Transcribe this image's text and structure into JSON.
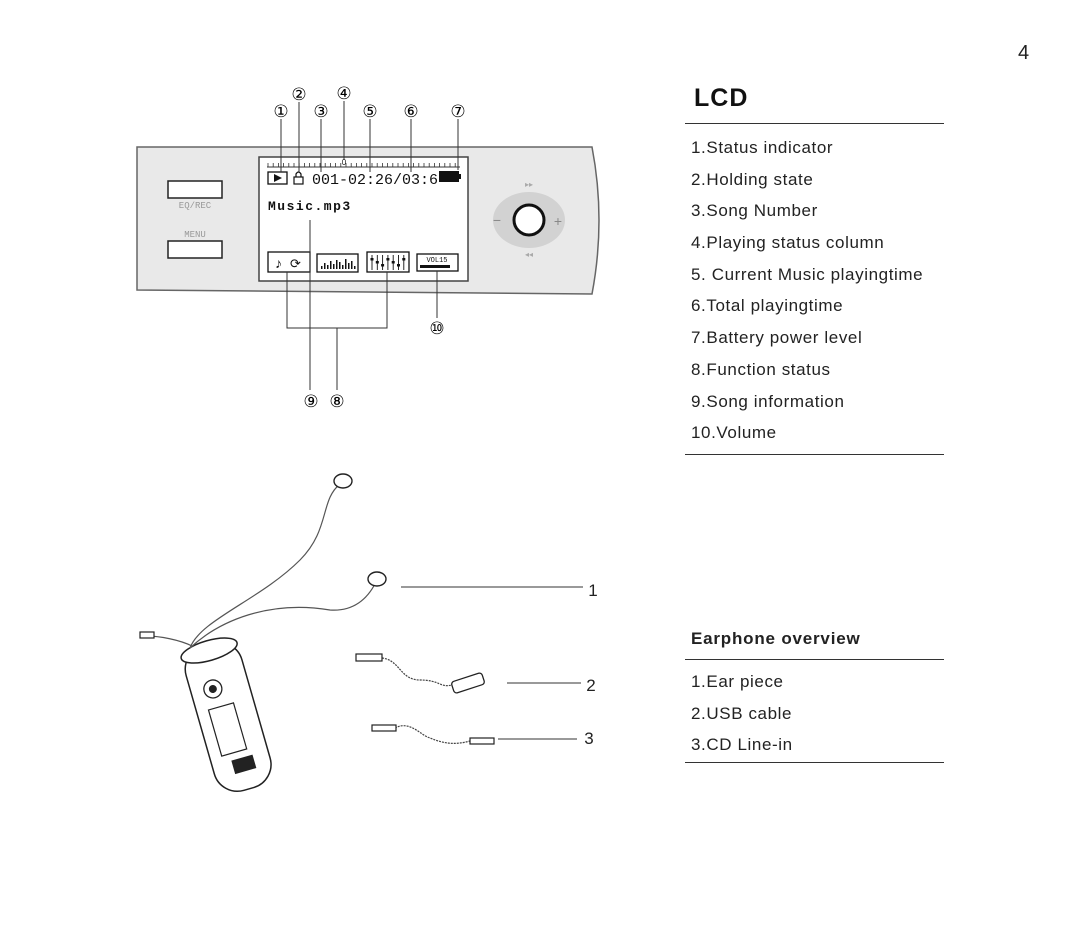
{
  "page_number": "4",
  "lcd_section": {
    "heading": "LCD",
    "items": [
      "1.Status indicator",
      "2.Holding state",
      "3.Song Number",
      "4.Playing status column",
      "5. Current Music playingtime",
      "6.Total playingtime",
      "7.Battery power level",
      "8.Function status",
      "9.Song information",
      "10.Volume"
    ]
  },
  "earphone_section": {
    "heading": "Earphone overview",
    "items": [
      "1.Ear piece",
      "2.USB cable",
      "3.CD Line-in"
    ]
  },
  "lcd_diagram": {
    "callouts_top": [
      "①",
      "②",
      "③",
      "④",
      "⑤",
      "⑥",
      "⑦"
    ],
    "callout_volume": "⑩",
    "callouts_bottom": [
      "⑨",
      "⑧"
    ],
    "button_eq_label": "EQ/REC",
    "button_menu_label": "MENU",
    "screen_time_text": "001-02:26/03:6",
    "screen_song_text": "Music.mp3",
    "volume_text": "VOL15",
    "progress_marker": "0"
  },
  "earphone_diagram": {
    "labels": [
      "1",
      "2",
      "3"
    ]
  }
}
